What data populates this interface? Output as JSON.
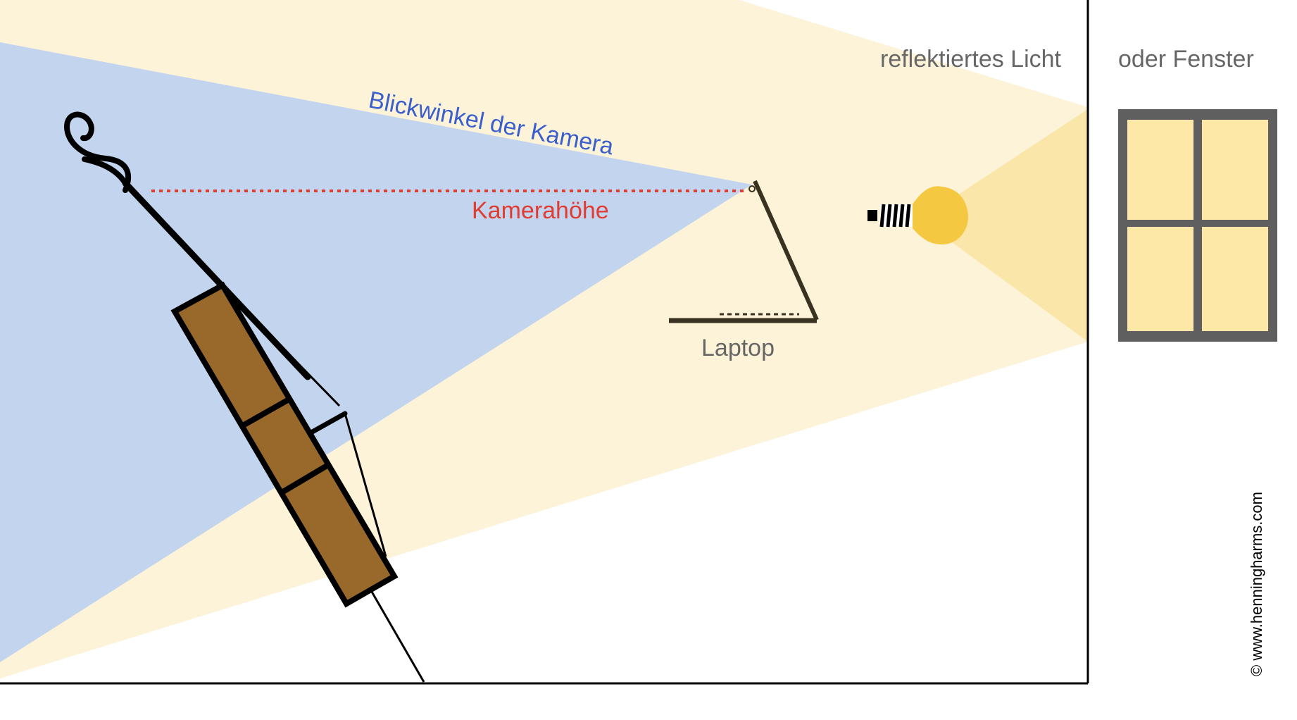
{
  "labels": {
    "camera_angle": "Blickwinkel der Kamera",
    "camera_height": "Kamerahöhe",
    "laptop": "Laptop",
    "reflected_light": "reflektiertes Licht",
    "or_window": "oder Fenster",
    "copyright": "© www.henningharms.com"
  },
  "colors": {
    "light_beam": "#fcf3d8",
    "light_cone": "#fae6a8",
    "camera_view": "#c3d4ee",
    "camera_label": "#3a5fcd",
    "height_line": "#e03c31",
    "height_label": "#e03c31",
    "neutral_text": "#666666",
    "bulb": "#f5c842",
    "window_frame": "#5f5f5f",
    "window_glass": "#fde8a8",
    "cello_body": "#98692a",
    "laptop": "#3a3220",
    "outline": "#000000"
  },
  "icons": {
    "light_source": "light-bulb-icon",
    "window": "window-icon",
    "laptop": "laptop-icon",
    "instrument": "double-bass-icon"
  }
}
